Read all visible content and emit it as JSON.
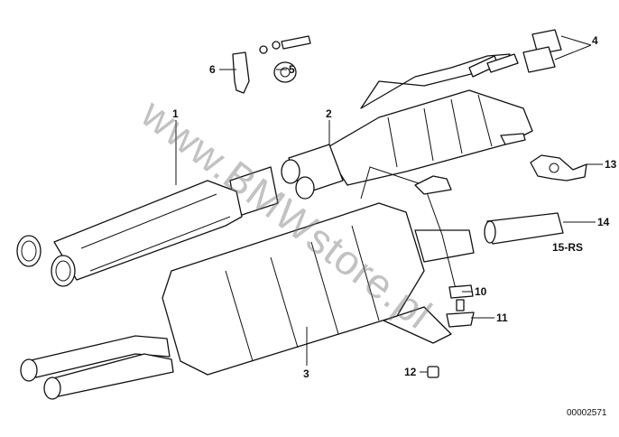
{
  "diagram": {
    "watermark": "www.BMWstore.pl",
    "drawing_number": "00002571",
    "callouts": [
      {
        "id": "1",
        "label": "1"
      },
      {
        "id": "2",
        "label": "2"
      },
      {
        "id": "3",
        "label": "3"
      },
      {
        "id": "4",
        "label": "4"
      },
      {
        "id": "5",
        "label": "5"
      },
      {
        "id": "6",
        "label": "6"
      },
      {
        "id": "10",
        "label": "10"
      },
      {
        "id": "11",
        "label": "11"
      },
      {
        "id": "12",
        "label": "12"
      },
      {
        "id": "13",
        "label": "13"
      },
      {
        "id": "14",
        "label": "14"
      },
      {
        "id": "15",
        "label": "15-RS"
      }
    ]
  }
}
